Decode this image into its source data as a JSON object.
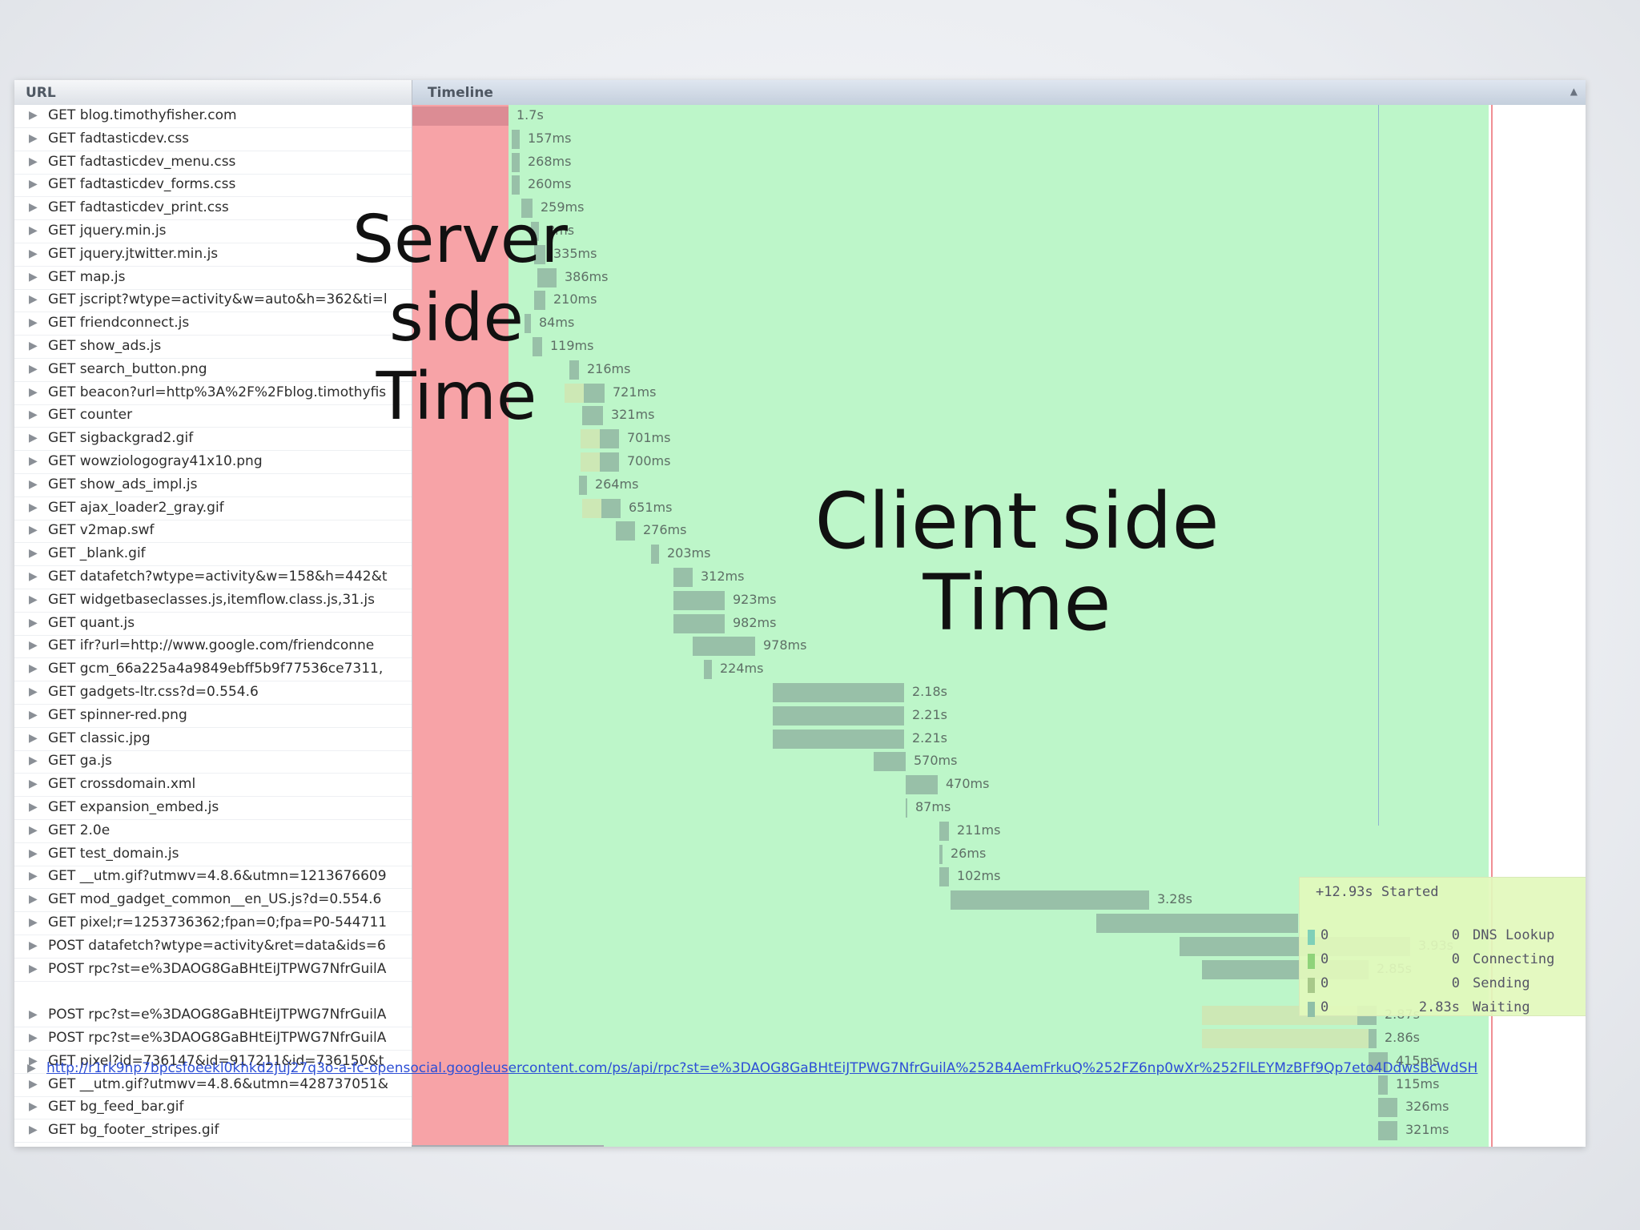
{
  "header": {
    "url_label": "URL",
    "timeline_label": "Timeline"
  },
  "requests": [
    {
      "label": "GET blog.timothyfisher.com",
      "duration": "1.7s"
    },
    {
      "label": "GET fadtasticdev.css",
      "duration": "157ms"
    },
    {
      "label": "GET fadtasticdev_menu.css",
      "duration": "268ms"
    },
    {
      "label": "GET fadtasticdev_forms.css",
      "duration": "260ms"
    },
    {
      "label": "GET fadtasticdev_print.css",
      "duration": "259ms"
    },
    {
      "label": "GET jquery.min.js",
      "duration": "8ms"
    },
    {
      "label": "GET jquery.jtwitter.min.js",
      "duration": "335ms"
    },
    {
      "label": "GET map.js",
      "duration": "386ms"
    },
    {
      "label": "GET jscript?wtype=activity&w=auto&h=362&ti=l",
      "duration": "210ms"
    },
    {
      "label": "GET friendconnect.js",
      "duration": "84ms"
    },
    {
      "label": "GET show_ads.js",
      "duration": "119ms"
    },
    {
      "label": "GET search_button.png",
      "duration": "216ms"
    },
    {
      "label": "GET beacon?url=http%3A%2F%2Fblog.timothyfis",
      "duration": "721ms"
    },
    {
      "label": "GET counter",
      "duration": "321ms"
    },
    {
      "label": "GET sigbackgrad2.gif",
      "duration": "701ms"
    },
    {
      "label": "GET wowziologogray41x10.png",
      "duration": "700ms"
    },
    {
      "label": "GET show_ads_impl.js",
      "duration": "264ms"
    },
    {
      "label": "GET ajax_loader2_gray.gif",
      "duration": "651ms"
    },
    {
      "label": "GET v2map.swf",
      "duration": "276ms"
    },
    {
      "label": "GET _blank.gif",
      "duration": "203ms"
    },
    {
      "label": "GET datafetch?wtype=activity&w=158&h=442&t",
      "duration": "312ms"
    },
    {
      "label": "GET widgetbaseclasses.js,itemflow.class.js,31.js",
      "duration": "923ms"
    },
    {
      "label": "GET quant.js",
      "duration": "982ms"
    },
    {
      "label": "GET ifr?url=http://www.google.com/friendconne",
      "duration": "978ms"
    },
    {
      "label": "GET gcm_66a225a4a9849ebff5b9f77536ce7311,",
      "duration": "224ms"
    },
    {
      "label": "GET gadgets-ltr.css?d=0.554.6",
      "duration": "2.18s"
    },
    {
      "label": "GET spinner-red.png",
      "duration": "2.21s"
    },
    {
      "label": "GET classic.jpg",
      "duration": "2.21s"
    },
    {
      "label": "GET ga.js",
      "duration": "570ms"
    },
    {
      "label": "GET crossdomain.xml",
      "duration": "470ms"
    },
    {
      "label": "GET expansion_embed.js",
      "duration": "87ms"
    },
    {
      "label": "GET 2.0e",
      "duration": "211ms"
    },
    {
      "label": "GET test_domain.js",
      "duration": "26ms"
    },
    {
      "label": "GET __utm.gif?utmwv=4.8.6&utmn=1213676609",
      "duration": "102ms"
    },
    {
      "label": "GET mod_gadget_common__en_US.js?d=0.554.6",
      "duration": "3.28s"
    },
    {
      "label": "GET pixel;r=1253736362;fpan=0;fpa=P0-544711",
      "duration": ""
    },
    {
      "label": "POST datafetch?wtype=activity&ret=data&ids=6",
      "duration": "3.93s"
    },
    {
      "label": "POST rpc?st=e%3DAOG8GaBHtEiJTPWG7NfrGuilA",
      "duration": "2.85s"
    },
    {
      "label": "",
      "duration": ""
    },
    {
      "label": "POST rpc?st=e%3DAOG8GaBHtEiJTPWG7NfrGuilA",
      "duration": "2.87s"
    },
    {
      "label": "POST rpc?st=e%3DAOG8GaBHtEiJTPWG7NfrGuilA",
      "duration": "2.86s"
    },
    {
      "label": "GET pixel?id=736147&id=917211&id=736150&t",
      "duration": "415ms"
    },
    {
      "label": "GET __utm.gif?utmwv=4.8.6&utmn=428737051&",
      "duration": "115ms"
    },
    {
      "label": "GET bg_feed_bar.gif",
      "duration": "326ms"
    },
    {
      "label": "GET bg_footer_stripes.gif",
      "duration": "321ms"
    }
  ],
  "link_row": {
    "text": "http://r1rk9np7bpcsfoeekl0khkd2juj27q3o-a-fc-opensocial.googleusercontent.com/ps/api/rpc?st=e%3DAOG8GaBHtEiJTPWG7NfrGuilA%252B4AemFrkuQ%252FZ6np0wXr%252FlLEYMzBFf9Qp7eto4DdwsBcWdSH"
  },
  "annotations": {
    "server_lines": [
      "Server",
      "side",
      "Time"
    ],
    "client_lines": [
      "Client side",
      "Time"
    ]
  },
  "tooltip": {
    "title": "+12.93s Started",
    "rows": [
      {
        "start": "0",
        "duration": "0",
        "phase": "DNS Lookup",
        "color": "#7fd0b8"
      },
      {
        "start": "0",
        "duration": "0",
        "phase": "Connecting",
        "color": "#8fd37a"
      },
      {
        "start": "0",
        "duration": "0",
        "phase": "Sending",
        "color": "#a8c98a"
      },
      {
        "start": "0",
        "duration": "2.83s",
        "phase": "Waiting",
        "color": "#8fbfa8"
      }
    ]
  },
  "colors": {
    "server_zone": "#f7a3a7",
    "client_zone": "#bdf6c9",
    "bar": "#95bba5",
    "link": "#2d4fd6"
  }
}
